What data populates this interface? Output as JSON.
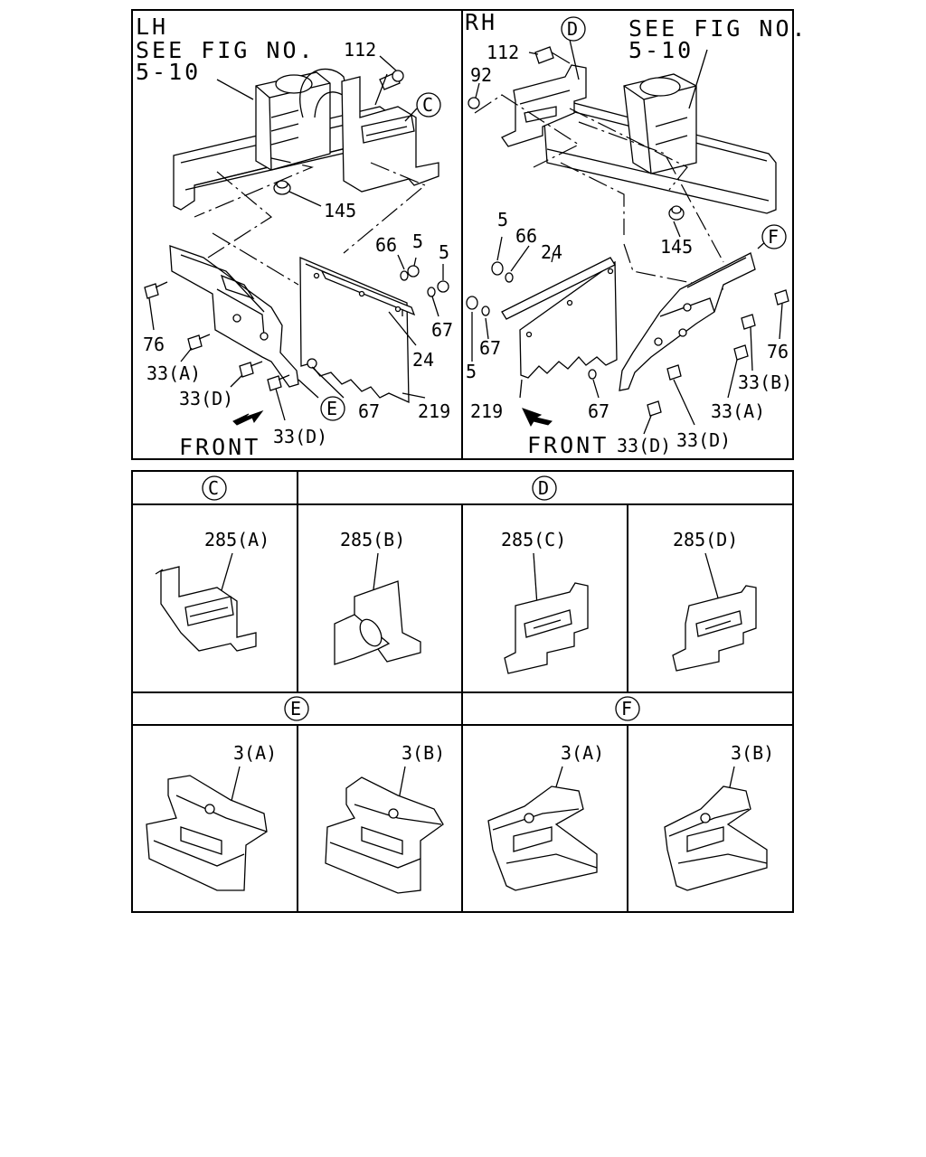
{
  "panels": {
    "lh": {
      "side": "LH",
      "see_fig": "SEE FIG NO.",
      "fig_no": "5-10",
      "front": "FRONT",
      "callouts": {
        "c112": "112",
        "c145": "145",
        "c66": "66",
        "c5a": "5",
        "c5b": "5",
        "c67a": "67",
        "c76": "76",
        "c33a": "33(A)",
        "c33d1": "33(D)",
        "c33d2": "33(D)",
        "c24": "24",
        "c67b": "67",
        "c219": "219"
      },
      "circle_refs": {
        "c": "C",
        "e": "E"
      }
    },
    "rh": {
      "side": "RH",
      "see_fig": "SEE FIG NO.",
      "fig_no": "5-10",
      "front": "FRONT",
      "callouts": {
        "c112": "112",
        "c92": "92",
        "c145": "145",
        "c5a": "5",
        "c66": "66",
        "c24": "24",
        "c67a": "67",
        "c5b": "5",
        "c219": "219",
        "c67b": "67",
        "c33d1": "33(D)",
        "c33d2": "33(D)",
        "c33a": "33(A)",
        "c33b": "33(B)",
        "c76": "76"
      },
      "circle_refs": {
        "d": "D",
        "f": "F"
      }
    }
  },
  "detail_table": {
    "row1": {
      "headers": [
        "C",
        "D"
      ],
      "cells": [
        "285(A)",
        "285(B)",
        "285(C)",
        "285(D)"
      ]
    },
    "row2": {
      "headers": [
        "E",
        "F"
      ],
      "cells": [
        "3(A)",
        "3(B)",
        "3(A)",
        "3(B)"
      ]
    }
  },
  "icons": {
    "front_arrow": "front-arrow-icon",
    "circle_ref": "circle-letter-icon"
  }
}
